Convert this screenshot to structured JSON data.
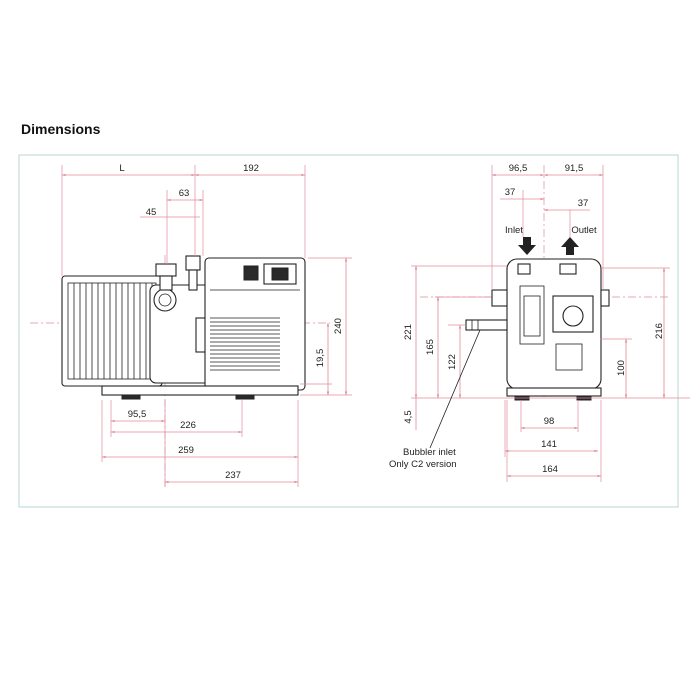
{
  "heading": "Dimensions",
  "side_view": {
    "dims": {
      "L": "L",
      "d192": "192",
      "d63": "63",
      "d45": "45",
      "d240": "240",
      "d19_5": "19,5",
      "d95_5": "95,5",
      "d226": "226",
      "d259": "259",
      "d237": "237"
    }
  },
  "front_view": {
    "dims": {
      "d96_5": "96,5",
      "d91_5": "91,5",
      "d37a": "37",
      "d37b": "37",
      "d221": "221",
      "d165": "165",
      "d122": "122",
      "d4_5": "4,5",
      "d216": "216",
      "d100": "100",
      "d98": "98",
      "d141": "141",
      "d164": "164"
    },
    "labels": {
      "inlet": "Inlet",
      "outlet": "Outlet",
      "bubbler_line1": "Bubbler inlet",
      "bubbler_line2": "Only C2 version"
    }
  }
}
